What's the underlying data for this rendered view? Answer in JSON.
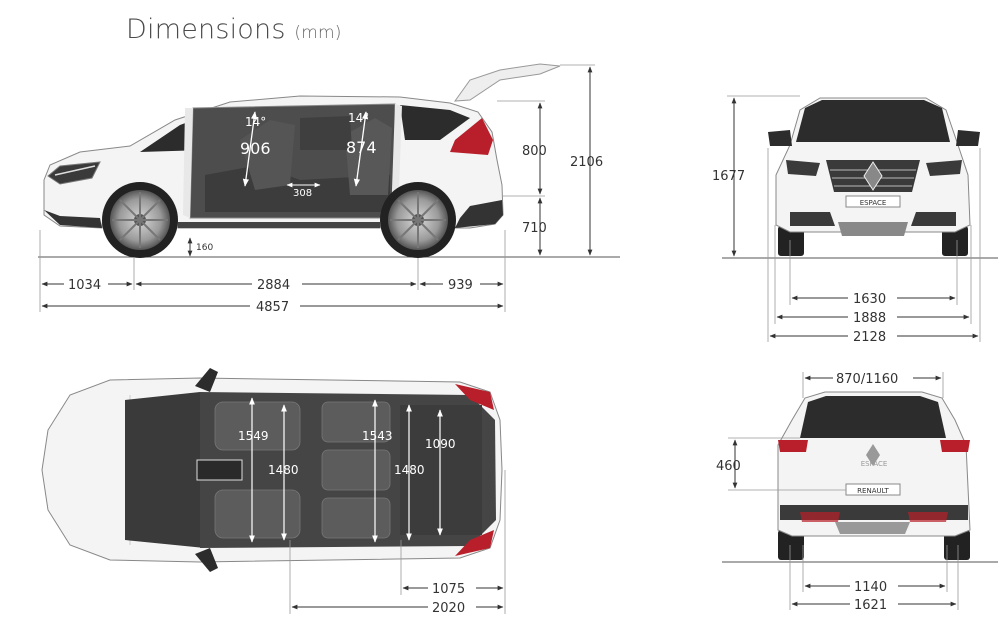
{
  "title": {
    "text": "Dimensions",
    "unit": "(mm)"
  },
  "side_view": {
    "seat_angle_front": "14°",
    "seat_angle_rear": "14°",
    "front_seat_height": "906",
    "rear_seat_height": "874",
    "seat_gap": "308",
    "ground_clearance": "160",
    "tailgate_open_height": "800",
    "rear_sill_height": "710",
    "total_height_open": "2106",
    "front_overhang": "1034",
    "wheelbase": "2884",
    "rear_overhang": "939",
    "overall_length": "4857"
  },
  "front_view": {
    "badge": "ESPACE",
    "height": "1677",
    "front_track": "1630",
    "width_excl_mirrors": "1888",
    "width_incl_mirrors": "2128"
  },
  "top_view": {
    "front_elbow_width": "1549",
    "front_width_low": "1480",
    "rear_elbow_width": "1543",
    "rear_width_low": "1480",
    "boot_width": "1090",
    "boot_length": "1075",
    "load_length": "2020"
  },
  "rear_view": {
    "badge_model": "ESPACE",
    "badge_brand": "RENAULT",
    "boot_opening_width": "870/1160",
    "load_sill_height": "460",
    "rear_track": "1140",
    "rear_track_outer": "1621"
  },
  "colors": {
    "body": "#f4f4f4",
    "glass": "#2c2c2c",
    "interior": "#4d4d4d",
    "tail_red": "#b81f2a",
    "line": "#333333"
  }
}
